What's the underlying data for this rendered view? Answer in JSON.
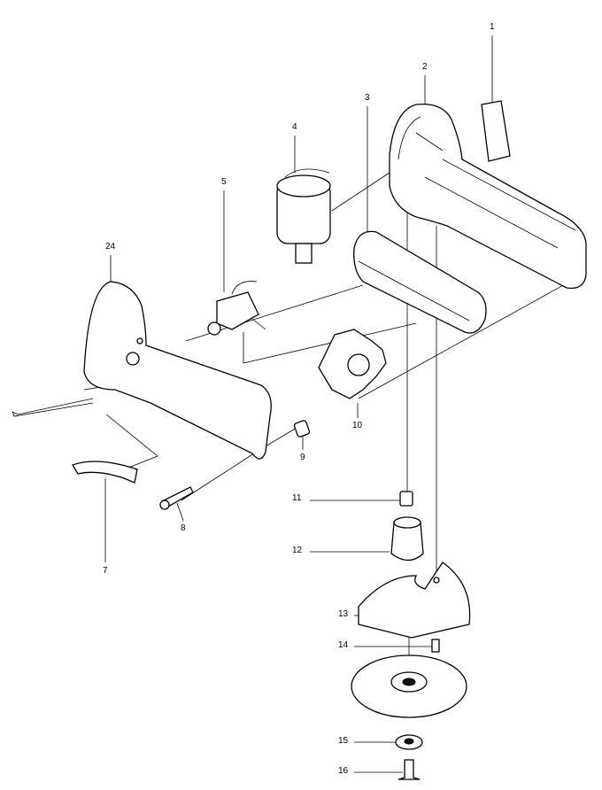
{
  "diagram": {
    "type": "exploded-parts-view",
    "part_labels": {
      "p1": "1",
      "p2": "2",
      "p3": "3",
      "p4": "4",
      "p5": "5",
      "p24": "24",
      "p10": "10",
      "p9": "9",
      "p7": "7",
      "p8": "8",
      "p11": "11",
      "p12": "12",
      "p13": "13",
      "p14": "14",
      "p15": "15",
      "p16": "16"
    }
  }
}
